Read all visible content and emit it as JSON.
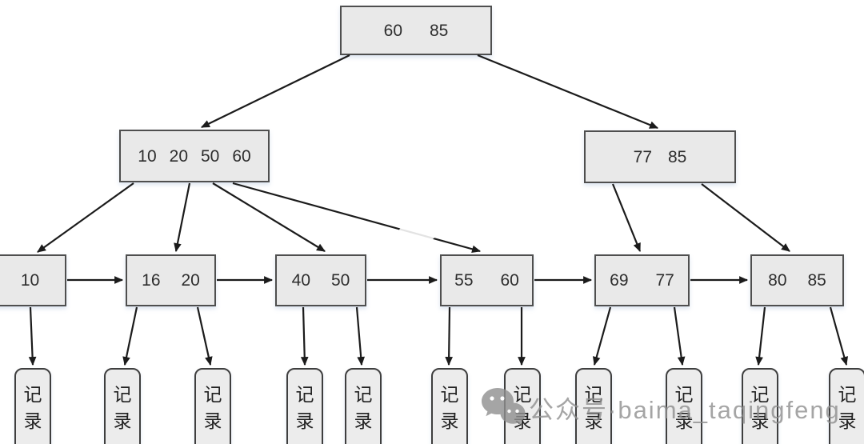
{
  "tree": {
    "root": {
      "keys": [
        "60",
        "85"
      ]
    },
    "internal_left": {
      "keys": [
        "10",
        "20",
        "50",
        "60"
      ]
    },
    "internal_right": {
      "keys": [
        "77",
        "85"
      ]
    },
    "leaves": [
      {
        "keys": [
          "10"
        ]
      },
      {
        "keys": [
          "16",
          "20"
        ]
      },
      {
        "keys": [
          "40",
          "50"
        ]
      },
      {
        "keys": [
          "55",
          "60"
        ]
      },
      {
        "keys": [
          "69",
          "77"
        ]
      },
      {
        "keys": [
          "80",
          "85"
        ]
      }
    ],
    "record_label": "记录",
    "record_count": 11
  },
  "watermark": {
    "icon": "wechat-logo",
    "text": "公众号·baima_taqingfeng"
  },
  "colors": {
    "background": "#ffffff",
    "node_fill": "#e9e9e9",
    "node_border": "#4f4f4f",
    "arrow": "#1b1b1b",
    "watermark": "#8f8f8f"
  }
}
